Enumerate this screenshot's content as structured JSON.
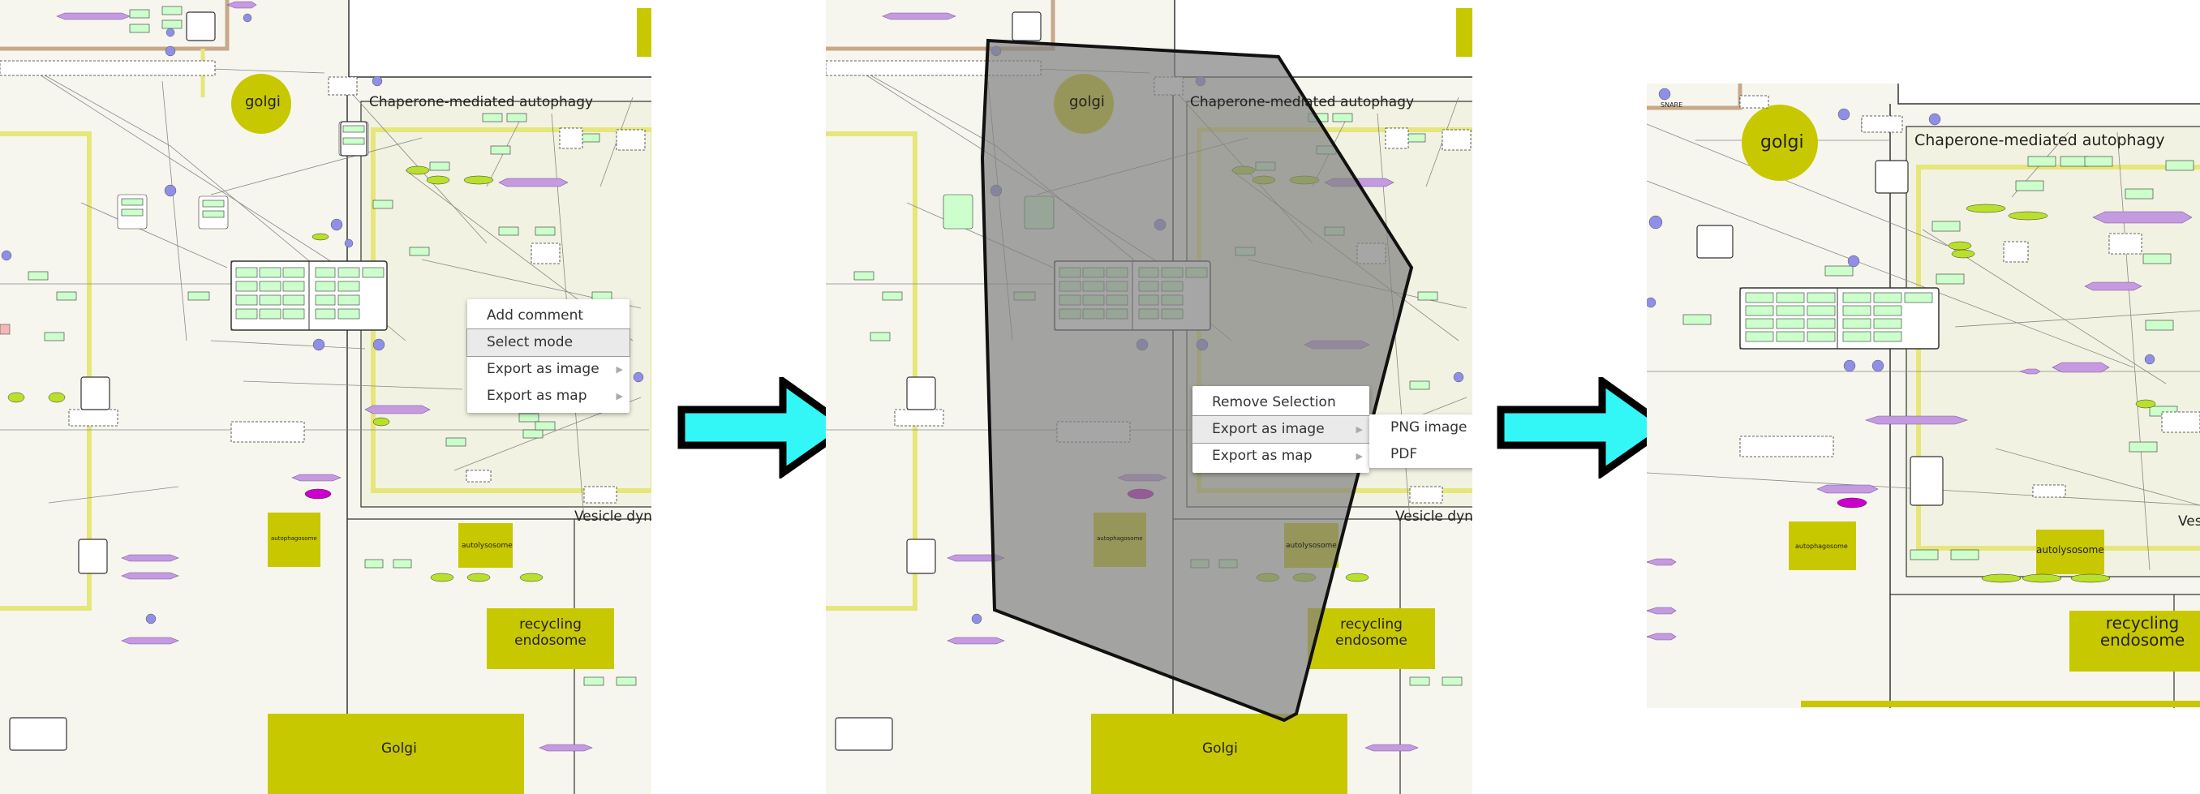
{
  "labels": {
    "golgi": "golgi",
    "cma": "Chaperone-mediated autophagy",
    "vesicle": "Vesicle dyna",
    "autophagosome": "autophagosome",
    "autolysosome": "autolysosome",
    "recycling": "recycling endosome",
    "golgi_big": "Golgi",
    "snare": "SNARE"
  },
  "menu1": {
    "items": [
      "Add comment",
      "Select mode",
      "Export as image",
      "Export as map"
    ],
    "selected_index": 1
  },
  "menu2": {
    "items": [
      "Remove Selection",
      "Export as image",
      "Export as map"
    ],
    "selected_index": 1,
    "submenu": [
      "PNG image",
      "PDF"
    ]
  },
  "colors": {
    "arrow_fill": "#33f7f7",
    "arrow_stroke": "#000000",
    "compartment": "#c8c800",
    "species_green": "#ccffcc",
    "species_purple": "#c49be0",
    "node_blue": "#8f8fe8",
    "selection_gray": "#808080"
  }
}
